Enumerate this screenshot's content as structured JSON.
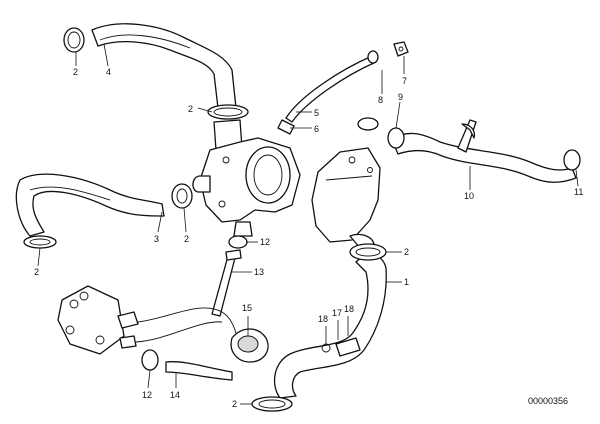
{
  "diagram": {
    "drawing_code": "00000356",
    "callouts": [
      {
        "id": "c2a",
        "label": "2"
      },
      {
        "id": "c4",
        "label": "4"
      },
      {
        "id": "c2b",
        "label": "2"
      },
      {
        "id": "c5",
        "label": "5"
      },
      {
        "id": "c6",
        "label": "6"
      },
      {
        "id": "c7",
        "label": "7"
      },
      {
        "id": "c8a",
        "label": "8"
      },
      {
        "id": "c9",
        "label": "9"
      },
      {
        "id": "c10",
        "label": "10"
      },
      {
        "id": "c11",
        "label": "11"
      },
      {
        "id": "c3",
        "label": "3"
      },
      {
        "id": "c2c",
        "label": "2"
      },
      {
        "id": "c12a",
        "label": "12"
      },
      {
        "id": "c2d",
        "label": "2"
      },
      {
        "id": "c2e",
        "label": "2"
      },
      {
        "id": "c1",
        "label": "1"
      },
      {
        "id": "c13",
        "label": "13"
      },
      {
        "id": "c15",
        "label": "15"
      },
      {
        "id": "c18a",
        "label": "18"
      },
      {
        "id": "c17",
        "label": "17"
      },
      {
        "id": "c18b",
        "label": "18"
      },
      {
        "id": "c12b",
        "label": "12"
      },
      {
        "id": "c14",
        "label": "14"
      },
      {
        "id": "c2f",
        "label": "2"
      }
    ]
  }
}
